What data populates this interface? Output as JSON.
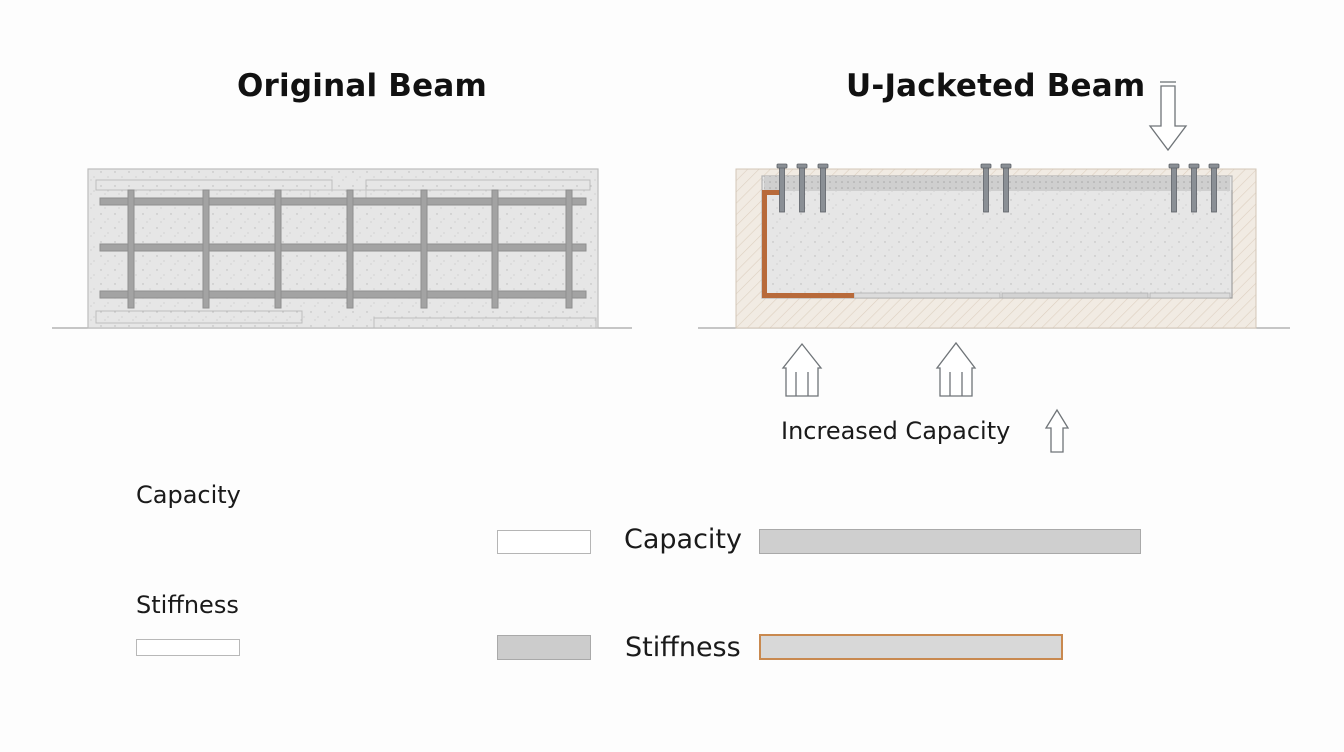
{
  "original": {
    "title": "Original Beam"
  },
  "jacketed": {
    "title": "U-Jacketed Beam",
    "annotation": "Increased Capacity"
  },
  "legend": {
    "capacity_label": "Capacity",
    "stiffness_label": "Stiffness"
  },
  "comparison": {
    "capacity_label": "Capacity",
    "stiffness_label": "Stiffness"
  },
  "colors": {
    "concrete": "#e4e4e4",
    "rebar": "#9c9c9c",
    "jacket": "#efe7dd",
    "steel_plate": "#b86a3a",
    "bar_gray": "#cfcfcf",
    "bar_outline_orange": "#c9894f"
  }
}
